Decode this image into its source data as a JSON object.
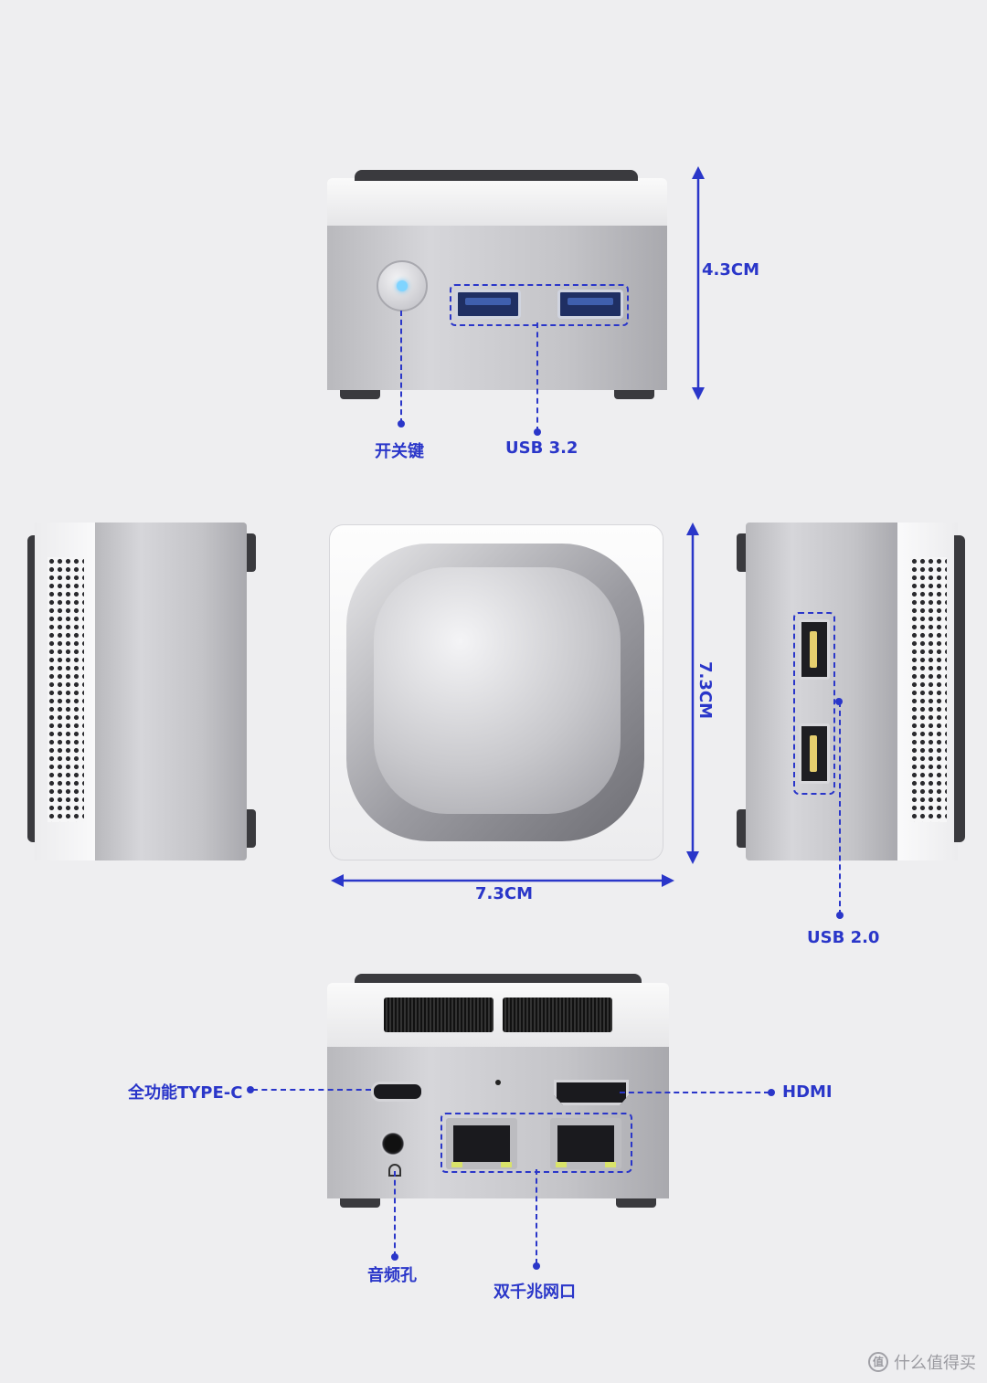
{
  "labels": {
    "top_height": "4.3CM",
    "power_button": "开关键",
    "usb32": "USB 3.2",
    "side_depth": "7.3CM",
    "top_width": "7.3CM",
    "usb20": "USB 2.0",
    "typec": "全功能TYPE-C",
    "hdmi": "HDMI",
    "audio": "音频孔",
    "lan": "双千兆网口"
  },
  "watermark": "什么值得买",
  "colors": {
    "accent": "#2a36c9",
    "background": "#eeeef0"
  },
  "icons": [
    "power-icon",
    "headphone-icon",
    "network-icon"
  ]
}
